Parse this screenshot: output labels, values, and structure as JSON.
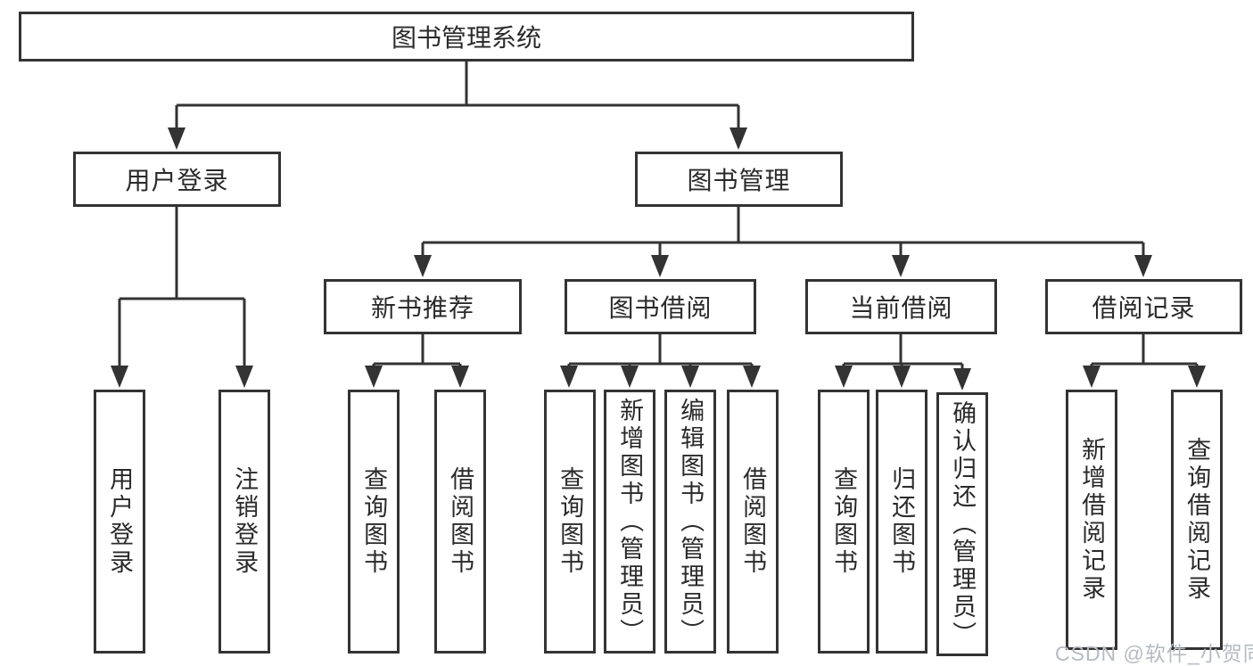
{
  "diagram": {
    "root": {
      "label": "图书管理系统"
    },
    "level2": [
      {
        "label": "用户登录"
      },
      {
        "label": "图书管理"
      }
    ],
    "level3": [
      {
        "label": "新书推荐"
      },
      {
        "label": "图书借阅"
      },
      {
        "label": "当前借阅"
      },
      {
        "label": "借阅记录"
      }
    ],
    "leaves": {
      "login": [
        "用户登录",
        "注销登录"
      ],
      "recommend": [
        "查询图书",
        "借阅图书"
      ],
      "borrow": [
        "查询图书",
        "新增图书（管理员）",
        "编辑图书（管理员）",
        "借阅图书"
      ],
      "current": [
        "查询图书",
        "归还图书",
        "确认归还（管理员）"
      ],
      "records": [
        "新增借阅记录",
        "查询借阅记录"
      ]
    }
  },
  "watermark": "CSDN @软件_小贺同学",
  "colors": {
    "line": "#333333",
    "text": "#2a2a2a",
    "watermark": "#b6bbc1",
    "background": "#ffffff"
  }
}
